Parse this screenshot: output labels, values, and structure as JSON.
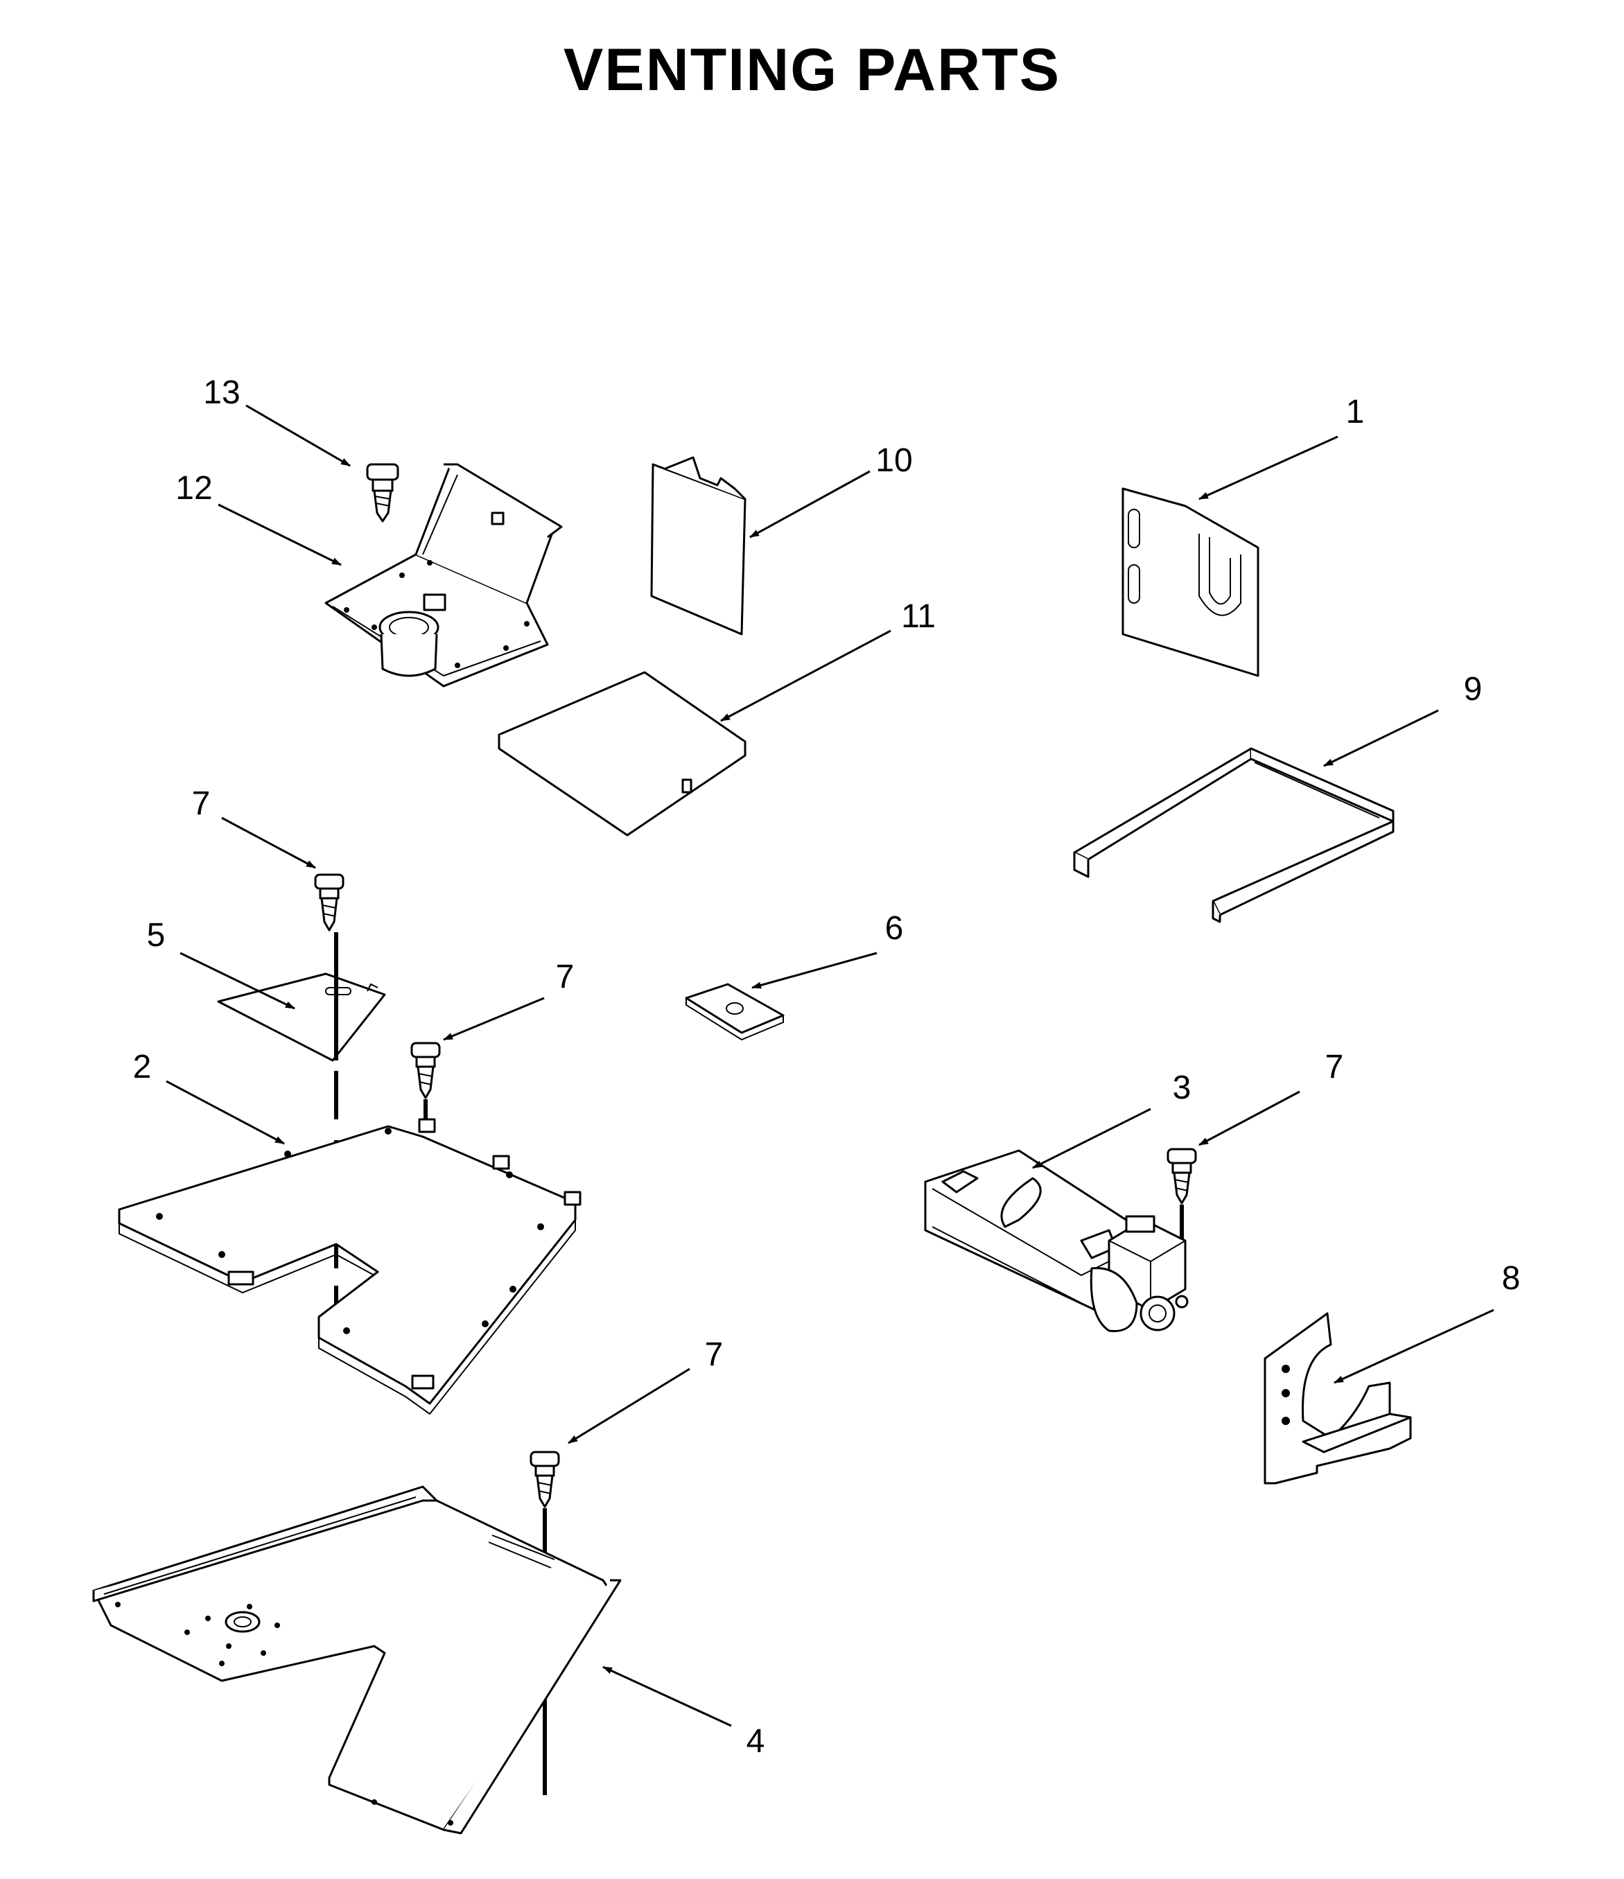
{
  "title": "VENTING PARTS",
  "callouts": {
    "p1": "1",
    "p2": "2",
    "p3": "3",
    "p4": "4",
    "p5": "5",
    "p6": "6",
    "p7a": "7",
    "p7b": "7",
    "p7c": "7",
    "p7d": "7",
    "p8": "8",
    "p9": "9",
    "p10": "10",
    "p11": "11",
    "p12": "12",
    "p13": "13"
  }
}
